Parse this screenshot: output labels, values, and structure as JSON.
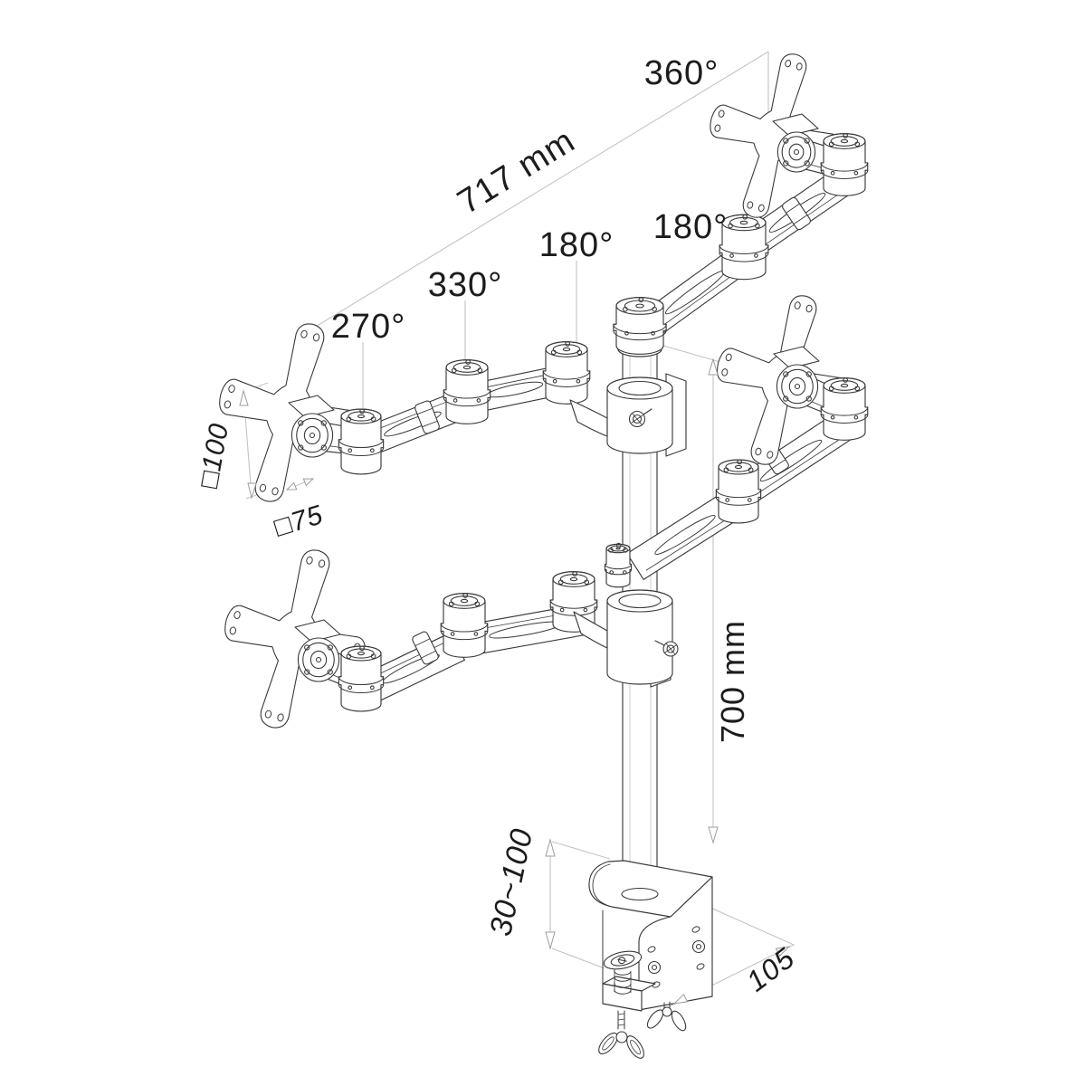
{
  "drawing": {
    "type": "technical-dimension-diagram",
    "subject": "quad monitor desk mount with pole, articulated arms, VESA plates and desk clamp",
    "background_color": "#ffffff",
    "line_color": "#3a3a3a",
    "dimension_line_color": "#c4c4c4",
    "label_color": "#1c1c1c"
  },
  "labels": {
    "rotation_top": "360°",
    "span_width": "717 mm",
    "arm_rotation_right": "180°",
    "arm_rotation_left": "180°",
    "mid_joint_rotation": "330°",
    "vesa_swivel_rotation": "270°",
    "vesa_square_100": "□100",
    "vesa_square_75": "□75",
    "pole_height": "700 mm",
    "clamp_range": "30~100",
    "clamp_depth": "105"
  }
}
